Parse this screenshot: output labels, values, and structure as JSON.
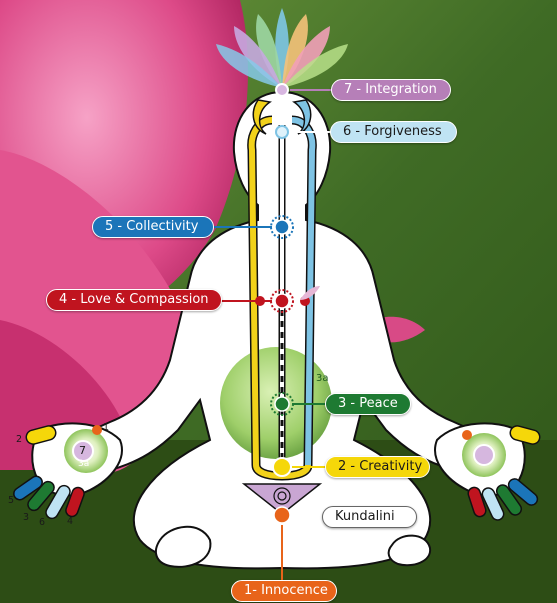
{
  "labels": {
    "integration": "7 - Integration",
    "forgiveness": "6 - Forgiveness",
    "collectivity": "5 - Collectivity",
    "love": "4 - Love & Compassion",
    "peace": "3 - Peace",
    "creativity": "2 - Creativity",
    "kundalini": "Kundalini",
    "innocence": "1- Innocence"
  },
  "markers": {
    "center_3a": "3a",
    "hand_7": "7",
    "hand_3a": "3a",
    "finger_1": "1",
    "finger_2": "2",
    "finger_3": "3",
    "finger_4": "4",
    "finger_5": "5",
    "finger_6": "6"
  },
  "colors": {
    "integration": "#b67fb8",
    "forgiveness": "#bfe3f3",
    "collectivity": "#1b75b9",
    "love": "#c0141f",
    "peace": "#1e7a32",
    "creativity": "#f5d70a",
    "kundalini": "#ffffff",
    "innocence": "#e8641a",
    "left_channel": "#f2d21a",
    "right_channel": "#7ec3e4"
  }
}
